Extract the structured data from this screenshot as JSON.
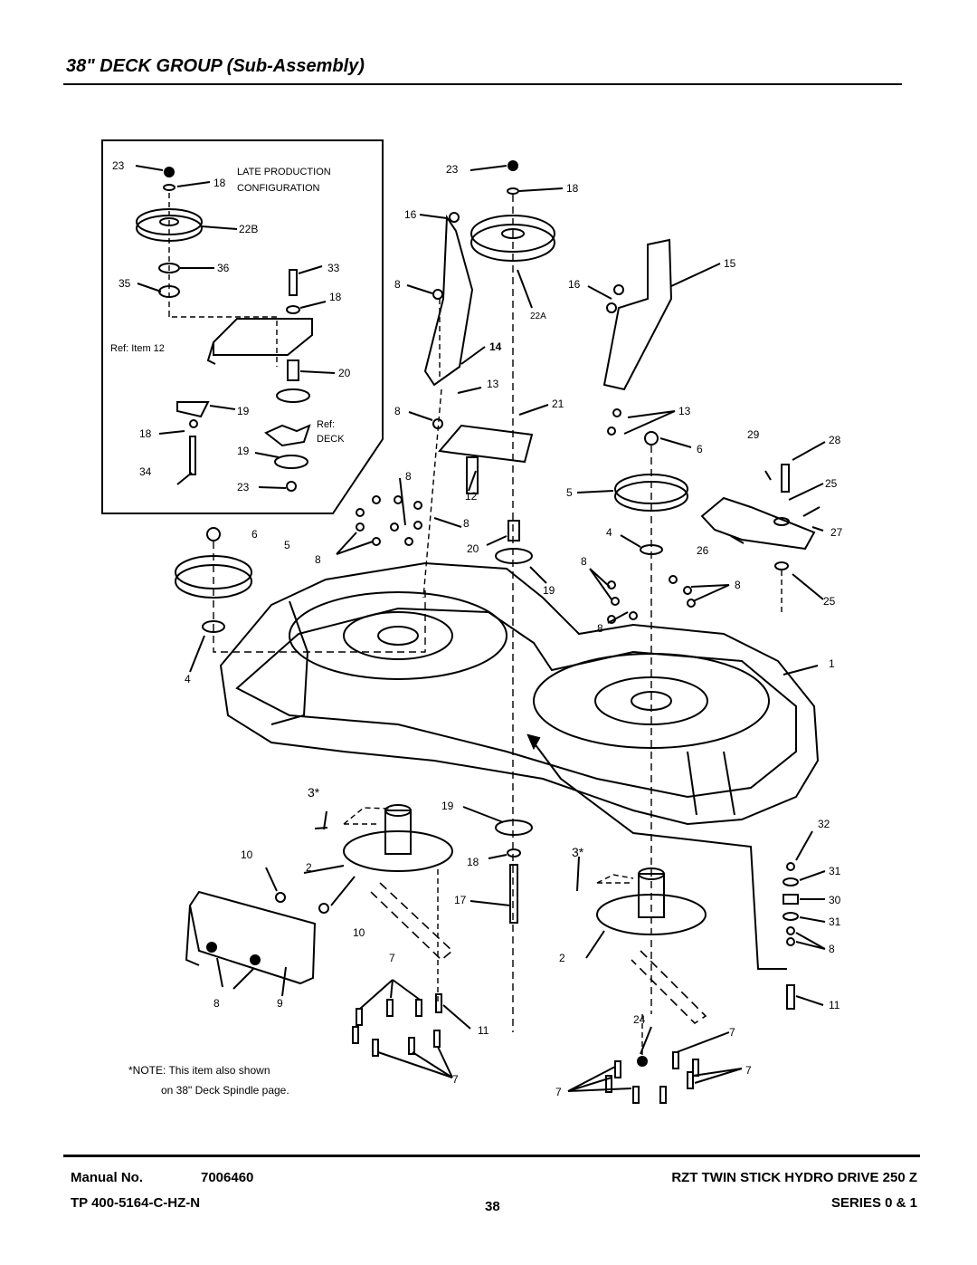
{
  "header": {
    "title": "38\" DECK GROUP (Sub-Assembly)"
  },
  "inset": {
    "title_line1": "LATE PRODUCTION",
    "title_line2": "CONFIGURATION",
    "ref_item": "Ref: Item 12",
    "ref_deck_line1": "Ref:",
    "ref_deck_line2": "DECK"
  },
  "callouts": {
    "c23a": "23",
    "c18a": "18",
    "c22b": "22B",
    "c36": "36",
    "c33": "33",
    "c35": "35",
    "c18b": "18",
    "c20a": "20",
    "c19a": "19",
    "c18c": "18",
    "c19b": "19",
    "c34": "34",
    "c23b": "23",
    "c23c": "23",
    "c18d": "18",
    "c16a": "16",
    "c8a": "8",
    "c22a": "22A",
    "c14": "14",
    "c13a": "13",
    "c8b": "8",
    "c21": "21",
    "c12": "12",
    "c8c": "8",
    "c8d": "8",
    "c8e": "8",
    "c20b": "20",
    "c19c": "19",
    "c15": "15",
    "c16b": "16",
    "c13b": "13",
    "c6a": "6",
    "c5a": "5",
    "c4a": "4",
    "c29": "29",
    "c28": "28",
    "c25a": "25",
    "c27": "27",
    "c26": "26",
    "c25b": "25",
    "c8f": "8",
    "c8g": "8",
    "c8h": "8",
    "c6b": "6",
    "c5b": "5",
    "c4b": "4",
    "c1": "1",
    "c3a": "3*",
    "c2a": "2",
    "c10a": "10",
    "c10b": "10",
    "c8i": "8",
    "c9": "9",
    "c19d": "19",
    "c18e": "18",
    "c17": "17",
    "c3b": "3*",
    "c32": "32",
    "c31a": "31",
    "c30": "30",
    "c31b": "31",
    "c8j": "8",
    "c2b": "2",
    "c7a": "7",
    "c11a": "11",
    "c7b": "7",
    "c24": "24",
    "c7c": "7",
    "c7d": "7",
    "c7e": "7",
    "c11b": "11"
  },
  "note": {
    "line1": "*NOTE: This item also shown",
    "line2": "on 38\" Deck Spindle page."
  },
  "footer": {
    "manual_label": "Manual No.",
    "manual_number": "7006460",
    "tp_number": "TP 400-5164-C-HZ-N",
    "page_number": "38",
    "product": "RZT TWIN STICK HYDRO DRIVE 250 Z",
    "series": "SERIES 0 & 1"
  }
}
